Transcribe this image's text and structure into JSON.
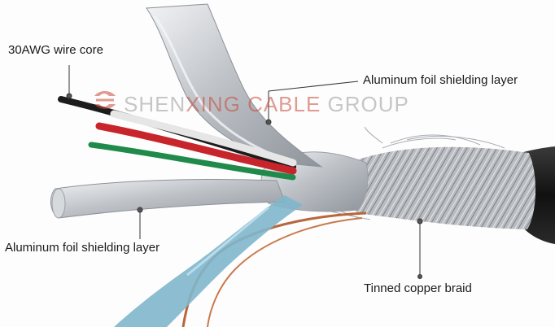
{
  "watermark": {
    "part1": "SHEN",
    "part2": "XING",
    "part3": " ",
    "part4": "CABLE",
    "part5": " GROUP",
    "color_gray": "#9a9a9a",
    "color_red": "#c84a3c"
  },
  "labels": {
    "wire_core": "30AWG wire core",
    "foil_top": "Aluminum foil shielding layer",
    "foil_left": "Aluminum foil shielding layer",
    "braid": "Tinned copper braid"
  },
  "colors": {
    "foil": "#c9ccd0",
    "wire_black": "#1c1c1c",
    "wire_red": "#c8242b",
    "wire_green": "#1f8a4a",
    "wire_white": "#eeeeee",
    "foil_blue": "#7fb6cc",
    "copper": "#b8663c",
    "jacket": "#1a1a1a"
  }
}
